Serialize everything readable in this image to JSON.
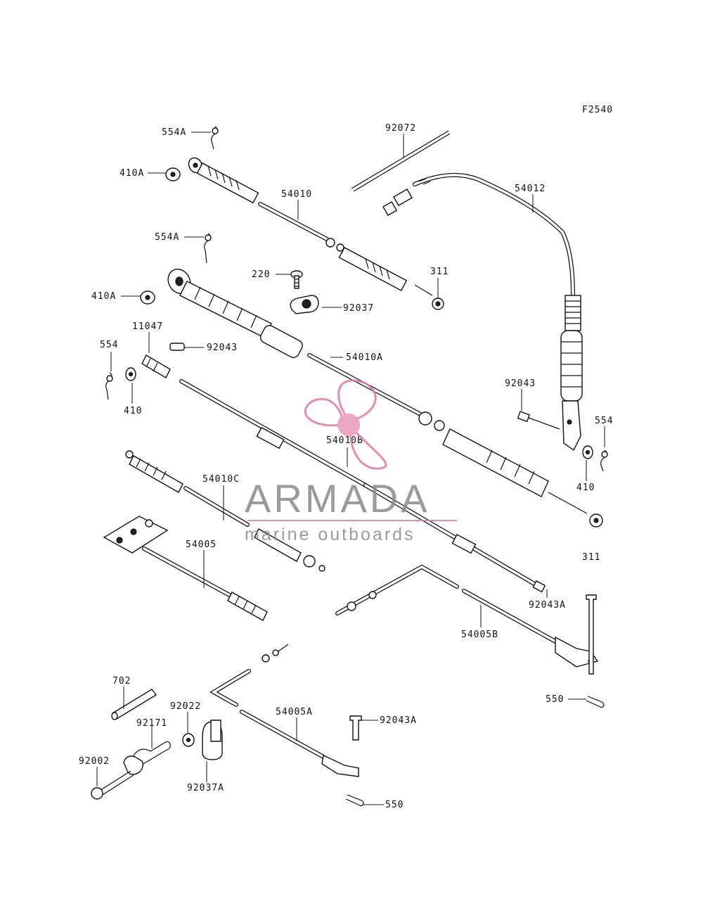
{
  "figure_code": "F2540",
  "labels": {
    "p554A_top": "554A",
    "p410A_top": "410A",
    "p54010": "54010",
    "p554A_mid": "554A",
    "p410A_mid": "410A",
    "p220": "220",
    "p92037": "92037",
    "p311_top": "311",
    "p92072": "92072",
    "p54012": "54012",
    "p11047": "11047",
    "p92043_left": "92043",
    "p54010A": "54010A",
    "p554_left": "554",
    "p410_left": "410",
    "p92043_right": "92043",
    "p554_right": "554",
    "p410_right": "410",
    "p54010B": "54010B",
    "p54010C": "54010C",
    "p54005": "54005",
    "p311_bottom": "311",
    "p92043A_mid": "92043A",
    "p54005B": "54005B",
    "p550_right": "550",
    "p702": "702",
    "p92022": "92022",
    "p92171": "92171",
    "p54005A": "54005A",
    "p92043A_bottom": "92043A",
    "p92002": "92002",
    "p92037A": "92037A",
    "p550_bottom": "550"
  },
  "watermark": {
    "brand": "ARMADA",
    "tagline": "marine outboards"
  },
  "colors": {
    "line": "#111111",
    "watermark_pink": "#e07aa6",
    "watermark_gray": "#8a8a8a"
  }
}
